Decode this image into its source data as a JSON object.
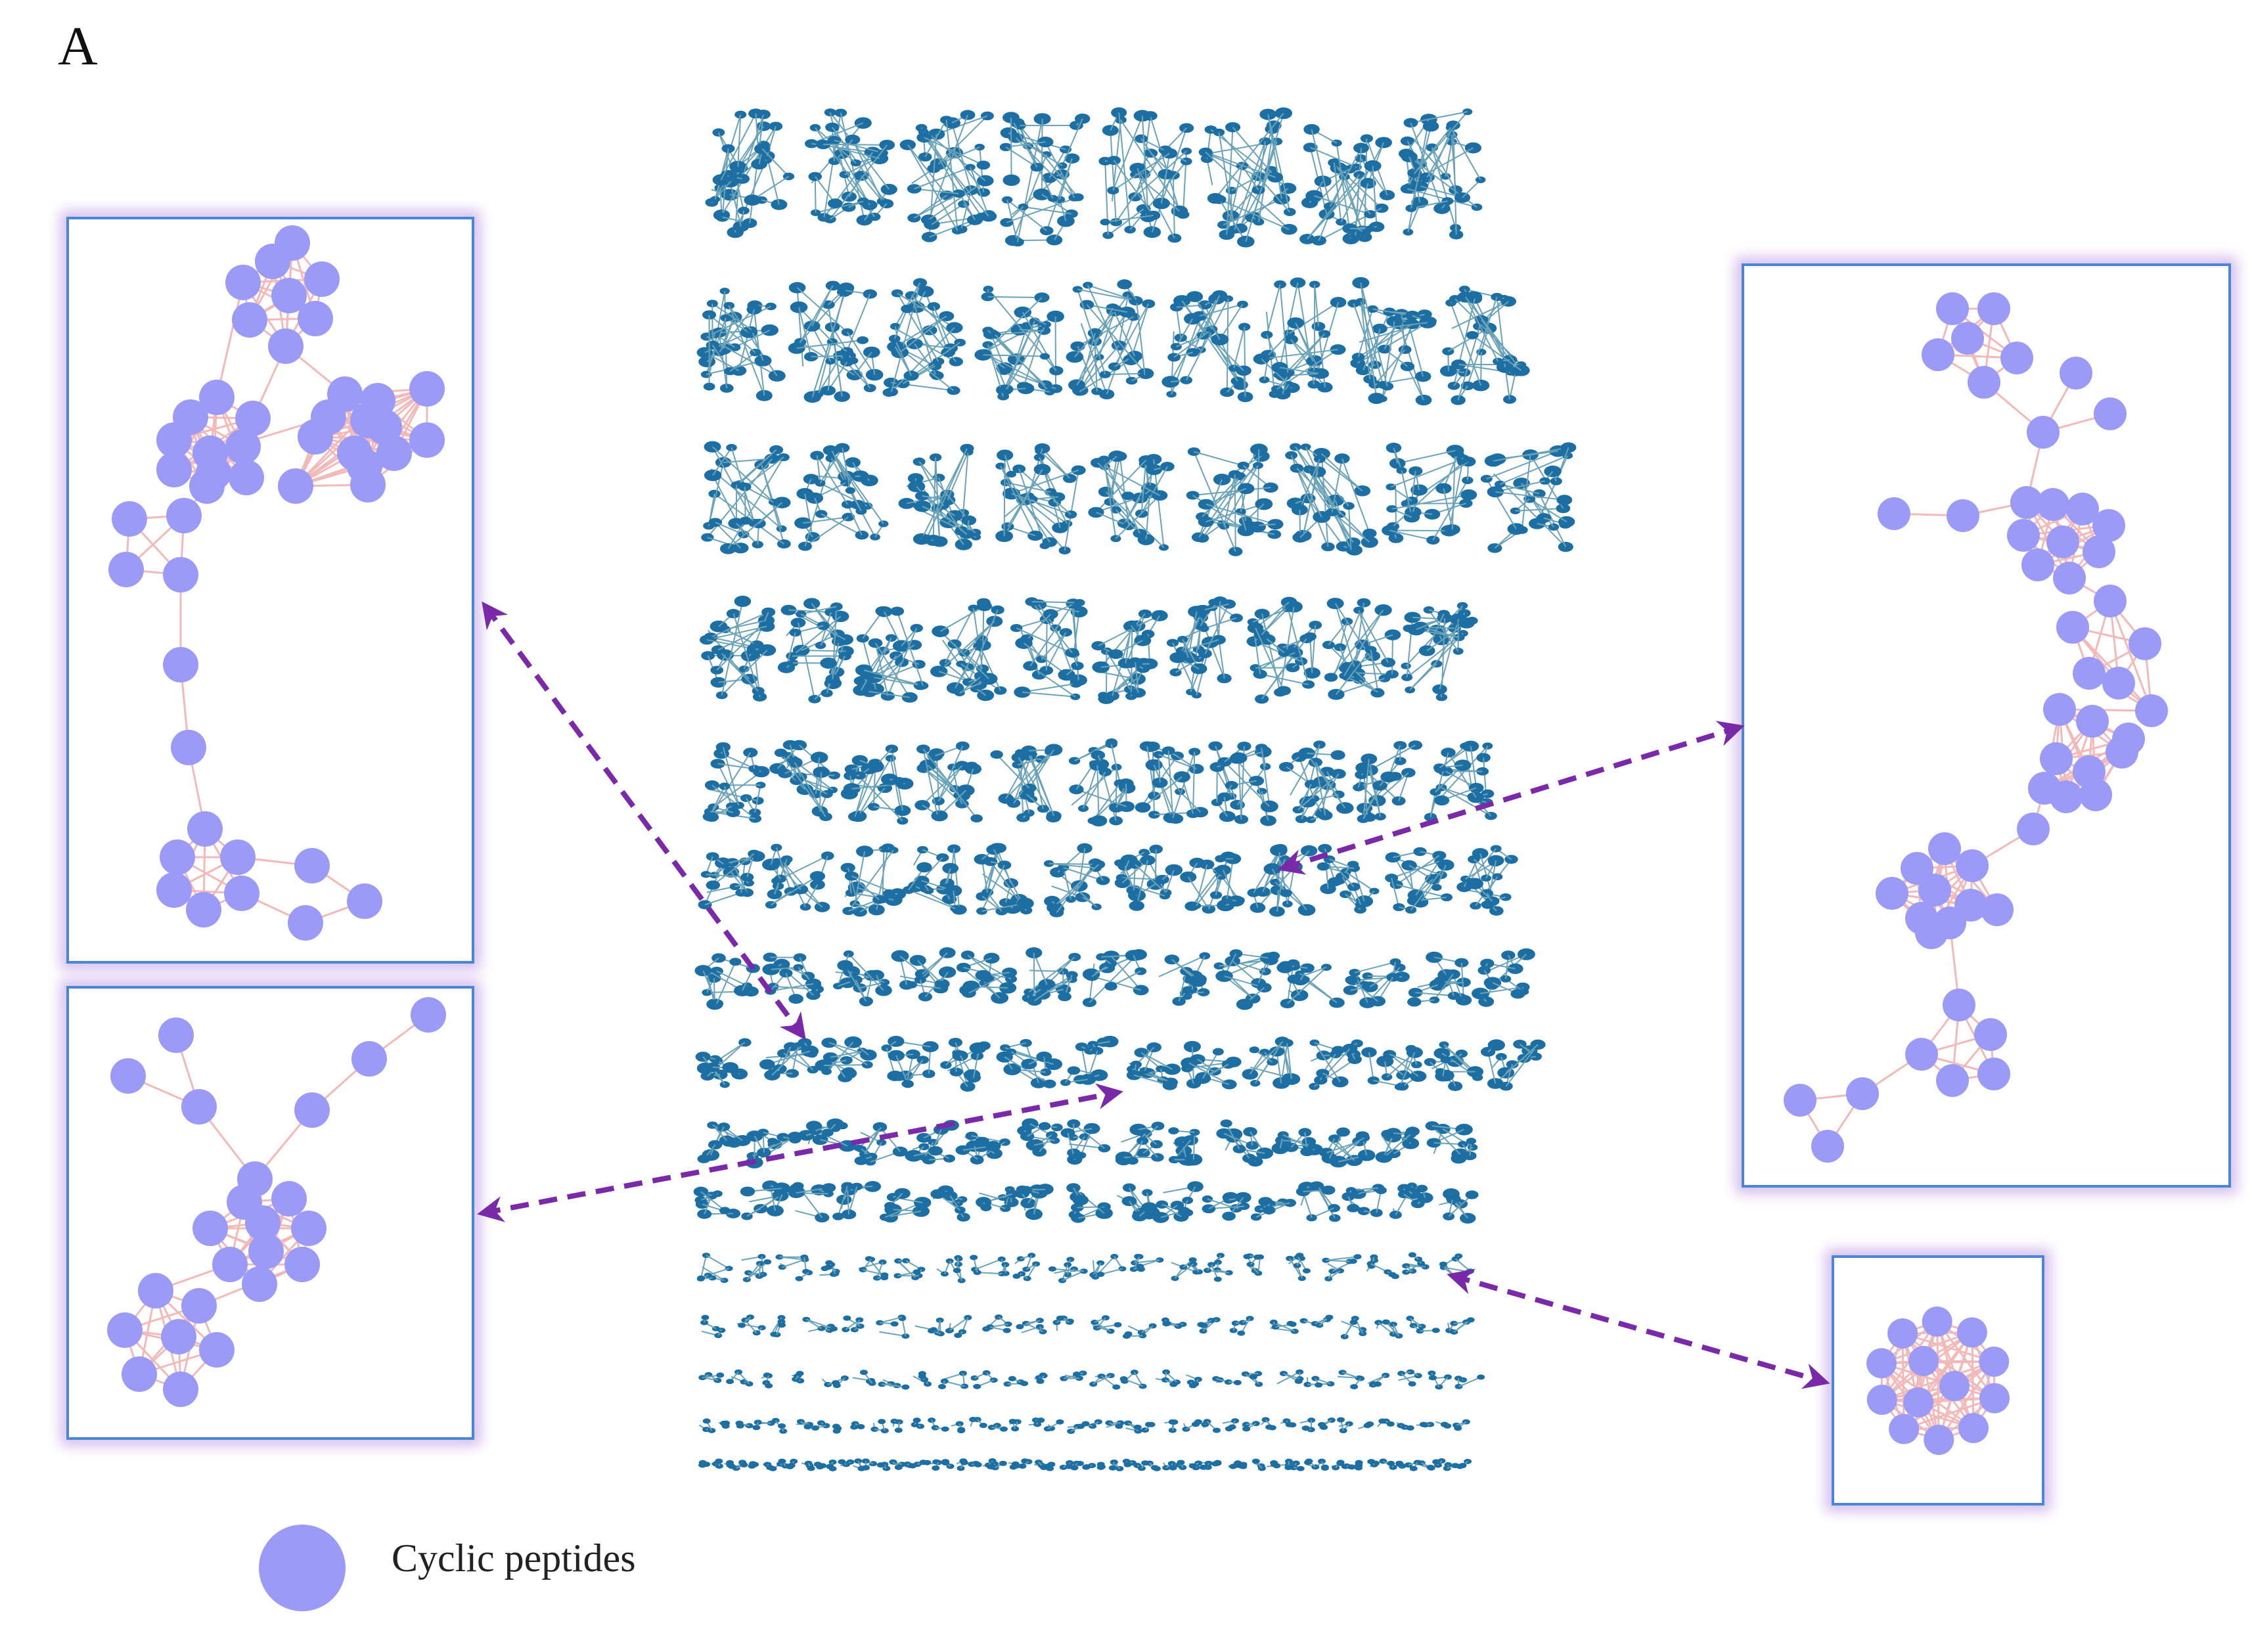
{
  "figure": {
    "panel_label": "A",
    "legend": {
      "label": "Cyclic peptides",
      "node_color": "#9b9bf7"
    },
    "colors": {
      "overview_node": "#1d6fa3",
      "overview_edge": "#6aa3b8",
      "zoom_node": "#9b9bf7",
      "zoom_edge": "#f3b8b8",
      "box_border": "#4a86d8",
      "box_glow": "#c8a8e8",
      "arrow": "#7a2aa8"
    },
    "zoom_boxes": [
      {
        "name": "zoom-box-top-left",
        "node_count": 49
      },
      {
        "name": "zoom-box-bottom-left",
        "node_count": 24
      },
      {
        "name": "zoom-box-right",
        "node_count": 53
      },
      {
        "name": "zoom-box-small-right",
        "node_count": 13
      }
    ],
    "overview": {
      "description_visible": false,
      "row_count": 15
    }
  }
}
